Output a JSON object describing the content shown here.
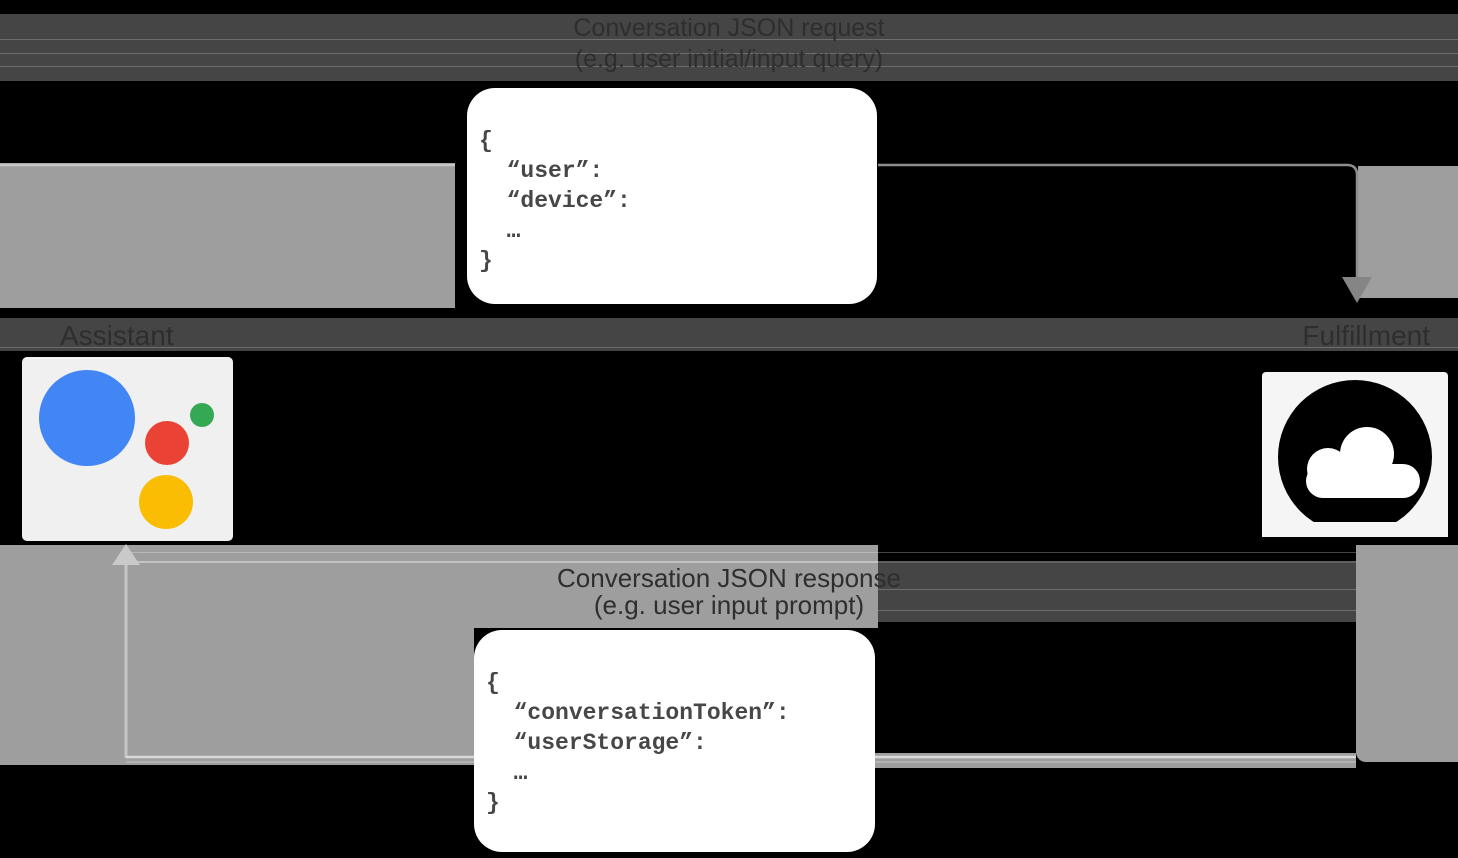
{
  "request_flow": {
    "title": "Conversation JSON request",
    "subtitle": "(e.g. user initial/input query)",
    "code": "{\n  “user”:\n  “device”:\n  …\n}"
  },
  "response_flow": {
    "title": "Conversation JSON response",
    "subtitle": "(e.g. user input prompt)",
    "code": "{\n  “conversationToken”:\n  “userStorage”:\n  …\n}"
  },
  "nodes": {
    "assistant": {
      "label": "Assistant"
    },
    "fulfillment": {
      "label": "Fulfillment"
    }
  },
  "colors": {
    "background": "#000000",
    "label_band": "#454545",
    "label_text": "#2e2e2e",
    "arrow_gray": "#9e9e9e",
    "card_bg": "#ffffff",
    "code_text": "#474747",
    "assistant_tile": "#f0f0f0",
    "fulfillment_tile": "#f5f5f5",
    "assistant_blue": "#4285F4",
    "assistant_red": "#EA4335",
    "assistant_green": "#34A853",
    "assistant_yellow": "#FBBC04",
    "cloud_circle": "#000000",
    "cloud_shape": "#ffffff"
  }
}
